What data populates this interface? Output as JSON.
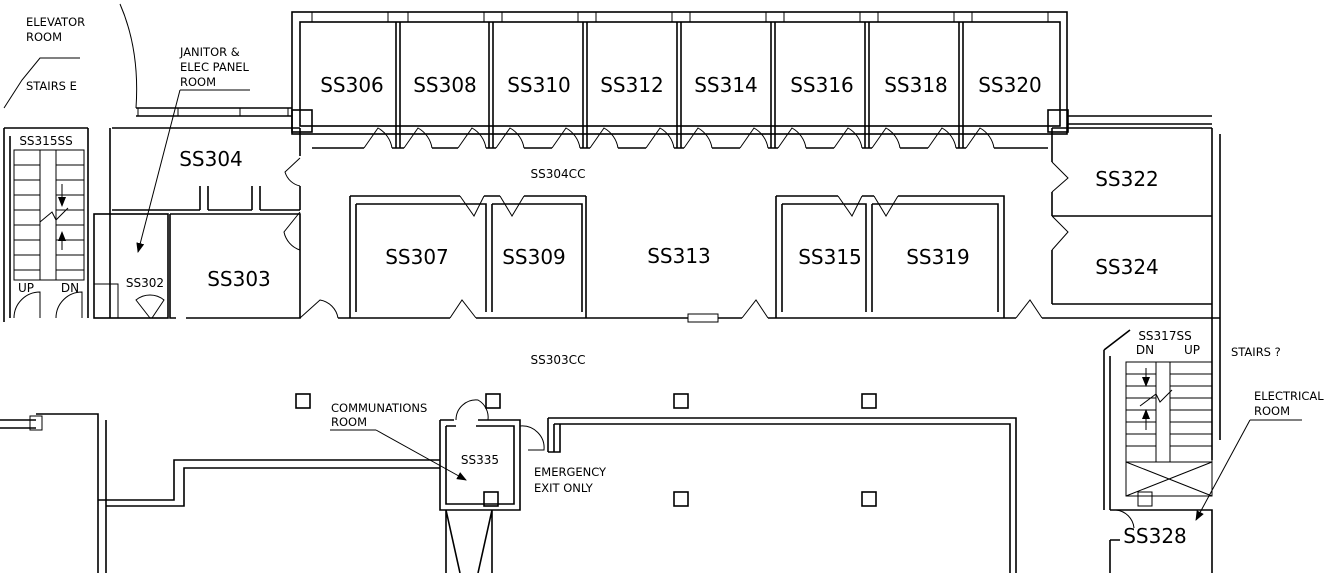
{
  "rooms": {
    "ss306": "SS306",
    "ss308": "SS308",
    "ss310": "SS310",
    "ss312": "SS312",
    "ss314": "SS314",
    "ss316": "SS316",
    "ss318": "SS318",
    "ss320": "SS320",
    "ss304": "SS304",
    "ss302": "SS302",
    "ss303": "SS303",
    "ss307": "SS307",
    "ss309": "SS309",
    "ss313": "SS313",
    "ss315": "SS315",
    "ss319": "SS319",
    "ss322": "SS322",
    "ss324": "SS324",
    "ss335": "SS335",
    "ss328": "SS328"
  },
  "corridors": {
    "ss304cc": "SS304CC",
    "ss303cc": "SS303CC"
  },
  "stairs": {
    "west_id": "SS315SS",
    "west_up": "UP",
    "west_dn": "DN",
    "east_id": "SS317SS",
    "east_up": "UP",
    "east_dn": "DN"
  },
  "notes": {
    "elevator_room": [
      "ELEVATOR",
      "ROOM"
    ],
    "stairs_e": "STAIRS E",
    "janitor": [
      "JANITOR &",
      "ELEC PANEL",
      "ROOM"
    ],
    "communications": [
      "COMMUNATIONS",
      "ROOM"
    ],
    "emergency": [
      "EMERGENCY",
      "EXIT ONLY"
    ],
    "stairs_q": "STAIRS ?",
    "electrical": [
      "ELECTRICAL",
      "ROOM"
    ]
  }
}
